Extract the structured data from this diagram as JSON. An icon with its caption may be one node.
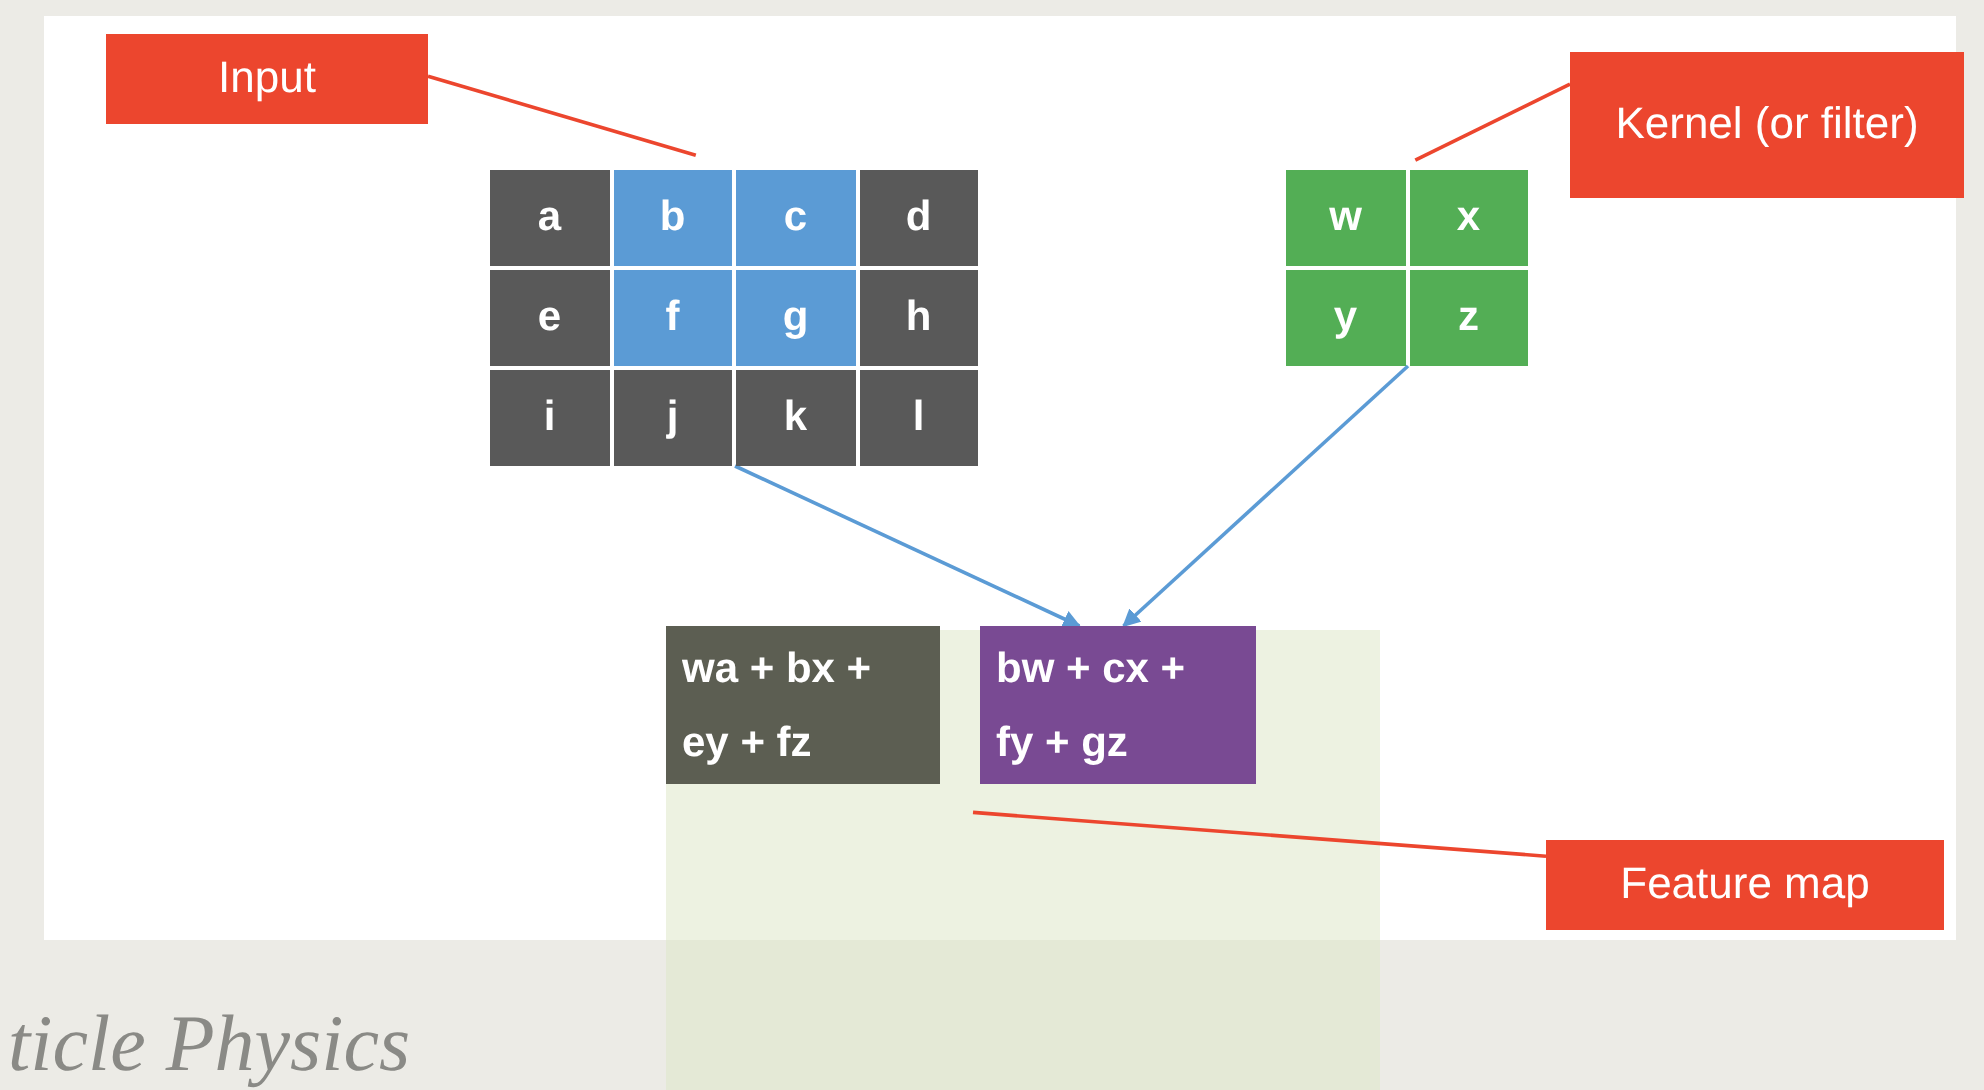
{
  "diagram": {
    "nodes": [
      {
        "text": [
          "Input"
        ]
      },
      {
        "text": [],
        "shape": "box"
      },
      {
        "text": [
          "a"
        ],
        "in": 1
      },
      {
        "text": [
          "b"
        ],
        "in": 1
      },
      {
        "text": [
          "c"
        ],
        "in": 1
      },
      {
        "text": [
          "d"
        ],
        "in": 1
      },
      {
        "text": [
          "e"
        ],
        "in": 1
      },
      {
        "text": [
          "f"
        ],
        "in": 1
      },
      {
        "text": [
          "g"
        ],
        "in": 1
      },
      {
        "text": [
          "h"
        ],
        "in": 1
      },
      {
        "text": [
          "i"
        ],
        "in": 1
      },
      {
        "text": [
          "j"
        ],
        "in": 1
      },
      {
        "text": [
          "k"
        ],
        "in": 1
      },
      {
        "text": [
          "l"
        ],
        "in": 1
      },
      {
        "text": [
          "Kernel (or filter)"
        ]
      },
      {
        "text": [],
        "shape": "box"
      },
      {
        "text": [
          "w"
        ],
        "in": 15
      },
      {
        "text": [
          "x"
        ],
        "in": 15
      },
      {
        "text": [
          "y"
        ],
        "in": 15
      },
      {
        "text": [
          "z"
        ],
        "in": 15
      },
      {
        "text": [],
        "shape": "box"
      },
      {
        "text": [
          "wa + bx + ey + fz"
        ],
        "in": 20
      },
      {
        "text": [
          "bw + cx + fy + gz"
        ],
        "in": 20
      },
      {
        "text": [
          "Feature map"
        ]
      }
    ],
    "edges": [
      {
        "from": 0,
        "to": 1,
        "arrow": "none"
      },
      {
        "from": 14,
        "to": 15,
        "arrow": "none"
      },
      {
        "from": 23,
        "to": 20,
        "arrow": "none"
      },
      {
        "from": 1,
        "to": 22,
        "arrow": "to",
        "color": "#5b9bd5"
      },
      {
        "from": 15,
        "to": 22,
        "arrow": "to",
        "color": "#5b9bd5"
      }
    ],
    "labels": [
      "ticle Physics"
    ]
  }
}
